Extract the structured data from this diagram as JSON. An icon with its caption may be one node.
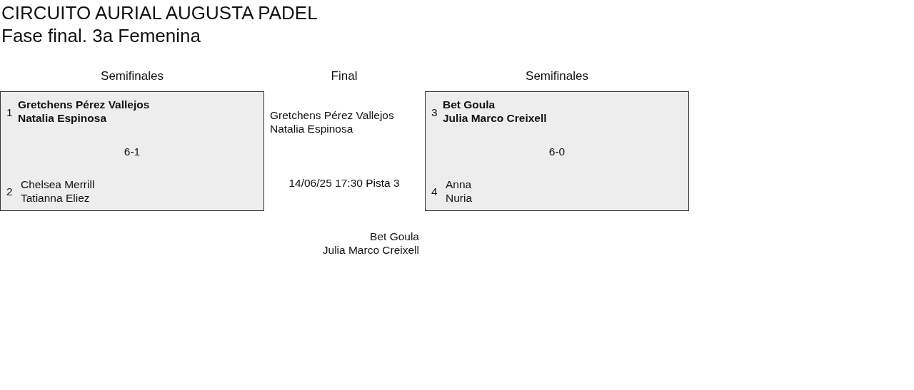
{
  "diagram": {
    "title": "CIRCUITO AURIAL AUGUSTA PADEL",
    "nodes": [
      {
        "text": [
          "1",
          "Gretchens Pérez Vallejos",
          "Natalia Espinosa",
          "6-1",
          "2",
          "Chelsea Merrill",
          "Tatianna Eliez"
        ]
      },
      {
        "text": [
          "3",
          "Bet Goula",
          "Julia Marco Creixell",
          "6-0",
          "4",
          "Anna",
          "Nuria"
        ]
      }
    ],
    "edges": [],
    "labels": [
      "Fase final. 3a Femenina",
      "Semifinales",
      "Final",
      "Semifinales",
      "Gretchens Pérez Vallejos",
      "Natalia Espinosa",
      "14/06/25 17:30 Pista 3",
      "Bet Goula",
      "Julia Marco Creixell"
    ]
  }
}
